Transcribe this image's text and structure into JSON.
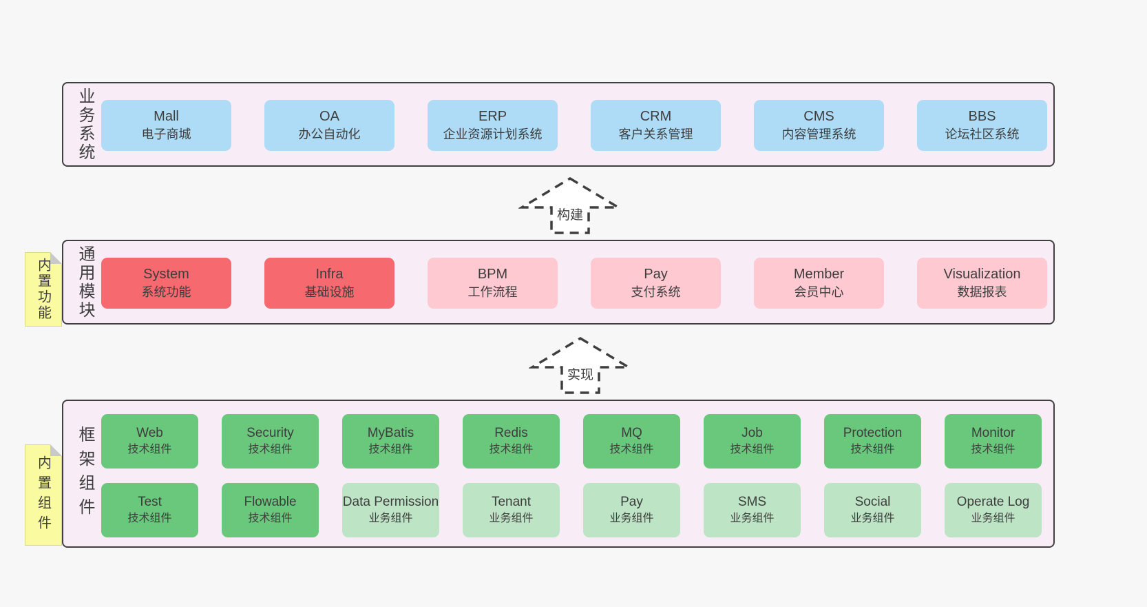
{
  "colors": {
    "page_bg": "#f7f7f7",
    "layer_bg": "#f8edf6",
    "layer_border": "#3f3f3f",
    "box_blue": "#aedcf7",
    "box_red": "#f5696f",
    "box_pink": "#ffc9d2",
    "box_green": "#6ac87c",
    "box_green_light": "#bde5c5",
    "note_bg": "#fafaa1",
    "note_border": "#d9d98c",
    "note_fold": "#c9c9c9",
    "text": "#3d3d3d",
    "arrow": "#3f3f3f"
  },
  "layers": [
    {
      "label": "业务系统",
      "boxes": [
        {
          "name": "Mall",
          "desc": "电子商城"
        },
        {
          "name": "OA",
          "desc": "办公自动化"
        },
        {
          "name": "ERP",
          "desc": "企业资源计划系统"
        },
        {
          "name": "CRM",
          "desc": "客户关系管理"
        },
        {
          "name": "CMS",
          "desc": "内容管理系统"
        },
        {
          "name": "BBS",
          "desc": "论坛社区系统"
        }
      ]
    },
    {
      "label": "通用模块",
      "note": "内置功能",
      "boxes": [
        {
          "name": "System",
          "desc": "系统功能"
        },
        {
          "name": "Infra",
          "desc": "基础设施"
        },
        {
          "name": "BPM",
          "desc": "工作流程"
        },
        {
          "name": "Pay",
          "desc": "支付系统"
        },
        {
          "name": "Member",
          "desc": "会员中心"
        },
        {
          "name": "Visualization",
          "desc": "数据报表"
        }
      ]
    },
    {
      "label": "框架组件",
      "note": "内置组件",
      "boxes": [
        {
          "name": "Web",
          "desc": "技术组件"
        },
        {
          "name": "Security",
          "desc": "技术组件"
        },
        {
          "name": "MyBatis",
          "desc": "技术组件"
        },
        {
          "name": "Redis",
          "desc": "技术组件"
        },
        {
          "name": "MQ",
          "desc": "技术组件"
        },
        {
          "name": "Job",
          "desc": "技术组件"
        },
        {
          "name": "Protection",
          "desc": "技术组件"
        },
        {
          "name": "Monitor",
          "desc": "技术组件"
        },
        {
          "name": "Test",
          "desc": "技术组件"
        },
        {
          "name": "Flowable",
          "desc": "技术组件"
        },
        {
          "name": "Data Permission",
          "desc": "业务组件"
        },
        {
          "name": "Tenant",
          "desc": "业务组件"
        },
        {
          "name": "Pay",
          "desc": "业务组件"
        },
        {
          "name": "SMS",
          "desc": "业务组件"
        },
        {
          "name": "Social",
          "desc": "业务组件"
        },
        {
          "name": "Operate Log",
          "desc": "业务组件"
        }
      ]
    }
  ],
  "arrows": [
    {
      "label": "构建"
    },
    {
      "label": "实现"
    }
  ]
}
